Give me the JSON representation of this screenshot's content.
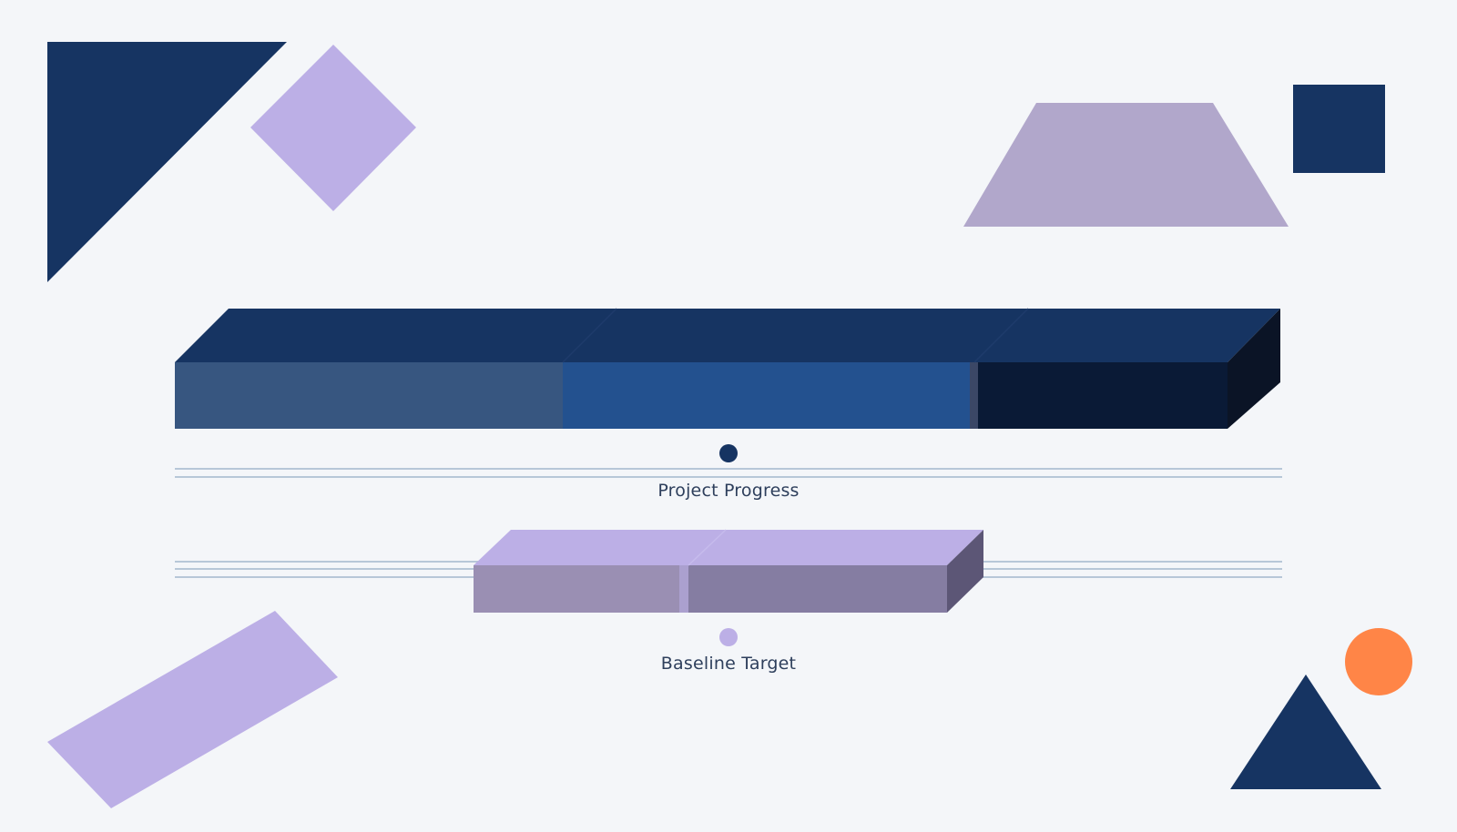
{
  "colors": {
    "navy": "#163462",
    "lavender": "#BCAFE6",
    "mauve": "#B1A7CB",
    "orange": "#FF8547",
    "guide_line": "#B7C7D8",
    "background": "#F4F6F9"
  },
  "bars": [
    {
      "id": "progress",
      "label": "Project Progress",
      "segments": [
        {
          "color": "#375680"
        },
        {
          "color": "#23518F"
        },
        {
          "color": "#0A1A36"
        }
      ],
      "top_color": "#163462",
      "side_color": "#0B1426",
      "marker_color": "#163462"
    },
    {
      "id": "baseline",
      "label": "Baseline Target",
      "segments": [
        {
          "color": "#9A8FB3"
        },
        {
          "color": "#857DA2"
        }
      ],
      "top_color": "#BCAFE6",
      "side_color": "#5C5676",
      "marker_color": "#BCAFE6"
    }
  ],
  "decorations": [
    {
      "shape": "right-triangle",
      "color": "navy"
    },
    {
      "shape": "diamond",
      "color": "lavender"
    },
    {
      "shape": "trapezoid",
      "color": "mauve"
    },
    {
      "shape": "square",
      "color": "navy"
    },
    {
      "shape": "parallelogram",
      "color": "lavender"
    },
    {
      "shape": "circle",
      "color": "orange"
    },
    {
      "shape": "triangle",
      "color": "navy"
    }
  ]
}
